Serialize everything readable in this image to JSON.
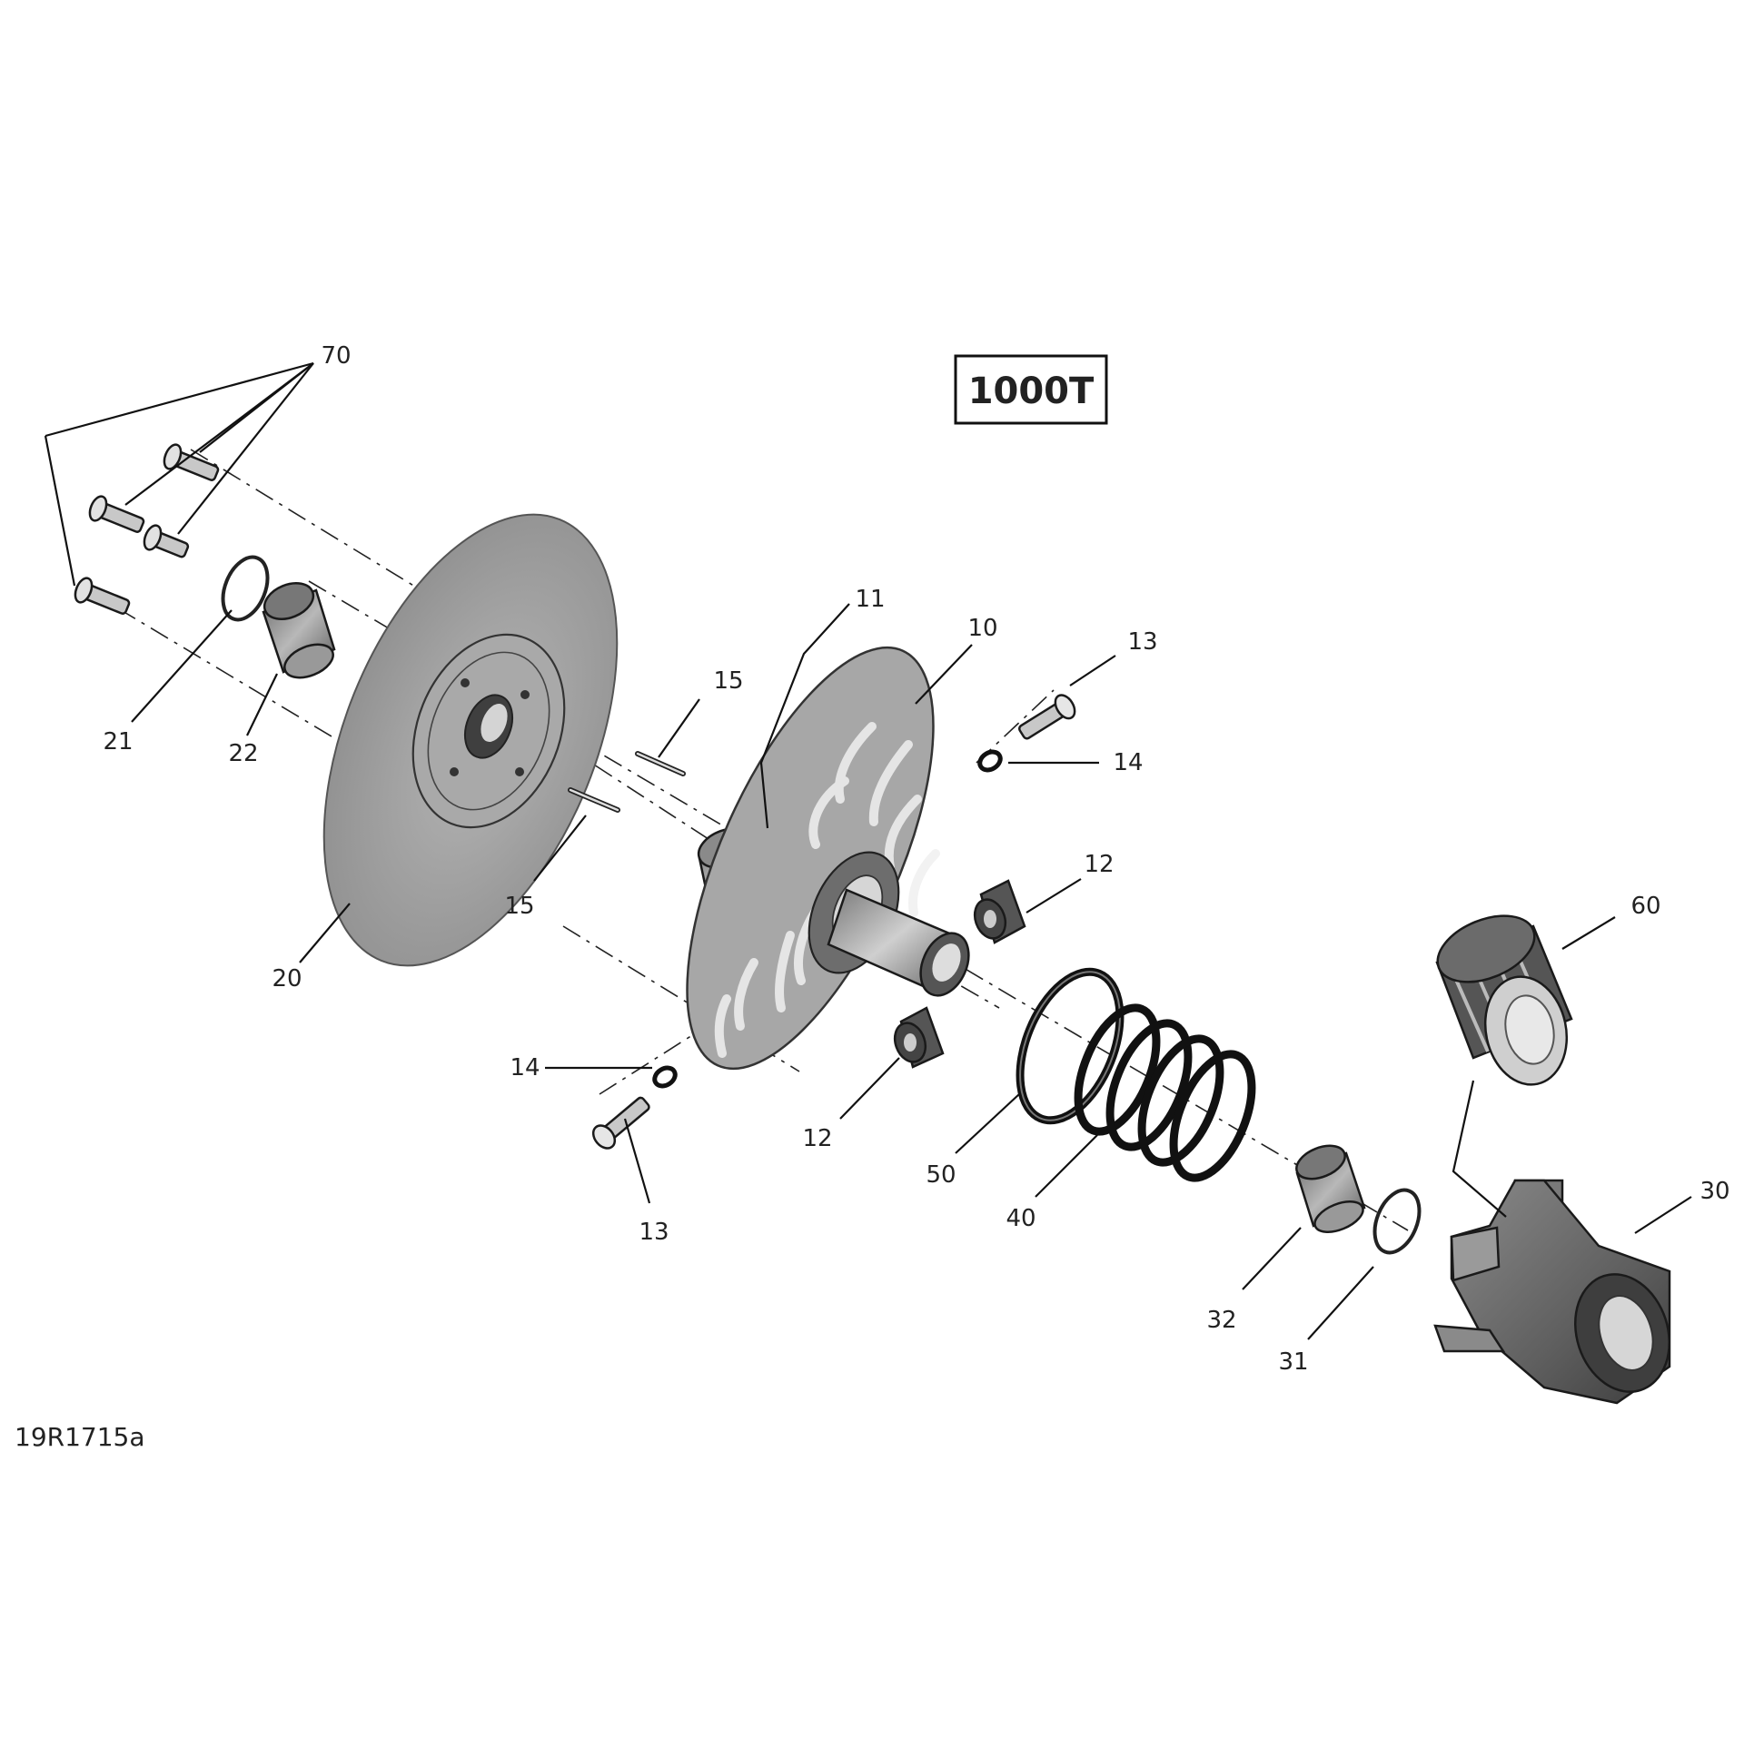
{
  "figure_id": "19R1715a",
  "model_badge": "1000T",
  "callouts": {
    "c70": "70",
    "c21": "21",
    "c22": "22",
    "c20": "20",
    "c11": "11",
    "c10": "10",
    "c15a": "15",
    "c15b": "15",
    "c13a": "13",
    "c14a": "14",
    "c12a": "12",
    "c12b": "12",
    "c14b": "14",
    "c13b": "13",
    "c50": "50",
    "c40": "40",
    "c60": "60",
    "c30": "30",
    "c32": "32",
    "c31": "31"
  },
  "colors": {
    "part_fill": "#9a9a9a",
    "part_light": "#c4c4c4",
    "part_dark": "#5a5a5a",
    "ink": "#1a1a1a"
  }
}
